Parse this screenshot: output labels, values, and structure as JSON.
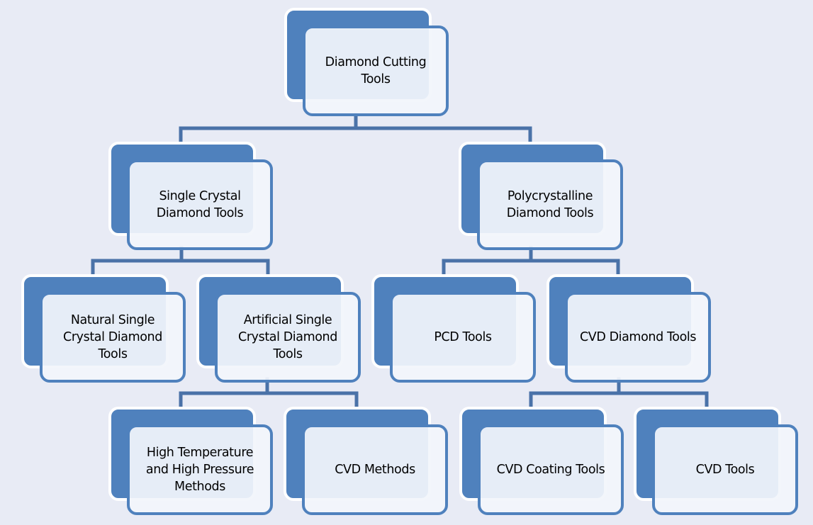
{
  "diagram": {
    "title": "Diamond Cutting Tools classification",
    "colors": {
      "background": "#e8ebf5",
      "box_fill": "#4f81bd",
      "box_border": "#4f81bd",
      "connector": "#4a72a8",
      "text": "#000000"
    },
    "nodes": {
      "root": {
        "label": "Diamond Cutting\nTools"
      },
      "single_crystal": {
        "label": "Single Crystal\nDiamond Tools"
      },
      "polycrystalline": {
        "label": "Polycrystalline\nDiamond Tools"
      },
      "natural_single": {
        "label": "Natural Single\nCrystal Diamond\nTools"
      },
      "artificial_single": {
        "label": "Artificial Single\nCrystal Diamond\nTools"
      },
      "pcd": {
        "label": "PCD  Tools"
      },
      "cvd_diamond": {
        "label": "CVD Diamond Tools"
      },
      "hthp": {
        "label": "High Temperature\nand High Pressure\nMethods"
      },
      "cvd_methods": {
        "label": "CVD Methods"
      },
      "cvd_coating": {
        "label": "CVD Coating Tools"
      },
      "cvd_tools": {
        "label": "CVD Tools"
      }
    },
    "edges": [
      [
        "root",
        "single_crystal"
      ],
      [
        "root",
        "polycrystalline"
      ],
      [
        "single_crystal",
        "natural_single"
      ],
      [
        "single_crystal",
        "artificial_single"
      ],
      [
        "polycrystalline",
        "pcd"
      ],
      [
        "polycrystalline",
        "cvd_diamond"
      ],
      [
        "artificial_single",
        "hthp"
      ],
      [
        "artificial_single",
        "cvd_methods"
      ],
      [
        "cvd_diamond",
        "cvd_coating"
      ],
      [
        "cvd_diamond",
        "cvd_tools"
      ]
    ]
  }
}
